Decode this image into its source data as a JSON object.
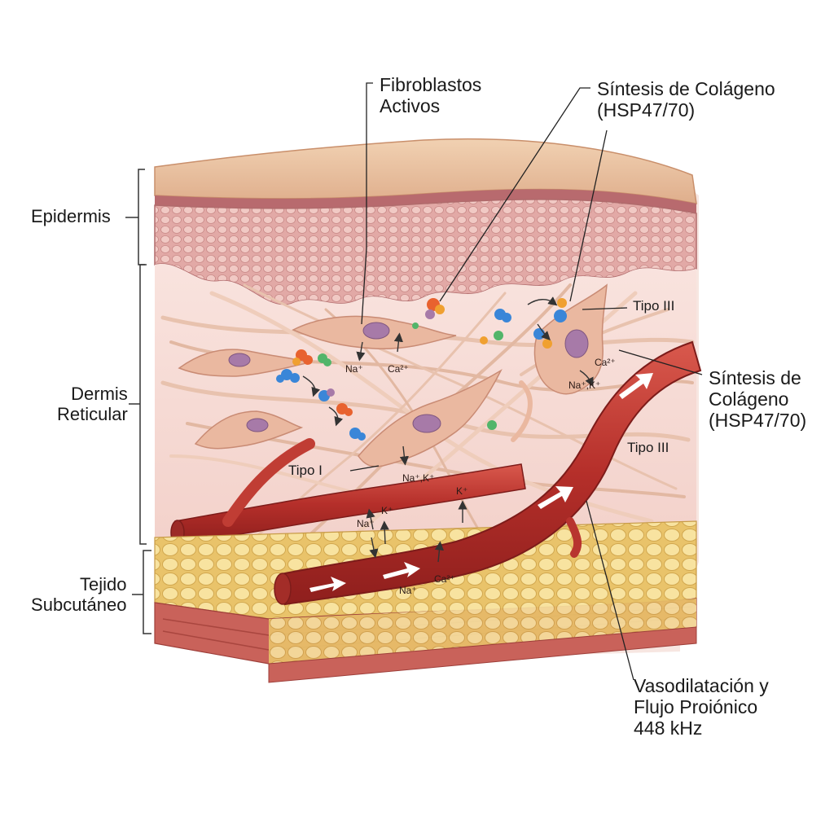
{
  "layers": {
    "epidermis": "Epidermis",
    "dermis_line1": "Dermis",
    "dermis_line2": "Reticular",
    "subcut_line1": "Tejido",
    "subcut_line2": "Subcutáneo"
  },
  "callouts": {
    "fibroblasts_line1": "Fibroblastos",
    "fibroblasts_line2": "Activos",
    "synthesis_top_line1": "Síntesis de Colágeno",
    "synthesis_top_line2": "(HSP47/70)",
    "synthesis_right_line1": "Síntesis de",
    "synthesis_right_line2": "Colágeno",
    "synthesis_right_line3": "(HSP47/70)",
    "vaso_line1": "Vasodilatación y",
    "vaso_line2": "Flujo Proiónico",
    "vaso_line3": "448 kHz"
  },
  "fiber_labels": {
    "tipo_iii_upper": "Tipo III",
    "tipo_iii_lower": "Tipo III",
    "tipo_i": "Tipo I"
  },
  "ions": {
    "na1": "Na⁺",
    "ca1": "Ca²⁺",
    "ca2": "Ca²⁺",
    "nak1": "Na⁺,K⁺",
    "nak2": "Na⁺,K⁺",
    "k1": "K⁺",
    "k2": "K⁺",
    "na2": "Na⁺",
    "na3": "Na⁺",
    "ca3": "Ca²⁺"
  },
  "colors": {
    "epidermis_top": "#e9c4a4",
    "epidermis_cells": "#d9a0a0",
    "dermis": "#f6dcd6",
    "fat": "#f2d98a",
    "muscle": "#c9625a",
    "vessel": "#b8342f",
    "fibroblast": "#eab8a0",
    "nucleus": "#a77aa8"
  }
}
